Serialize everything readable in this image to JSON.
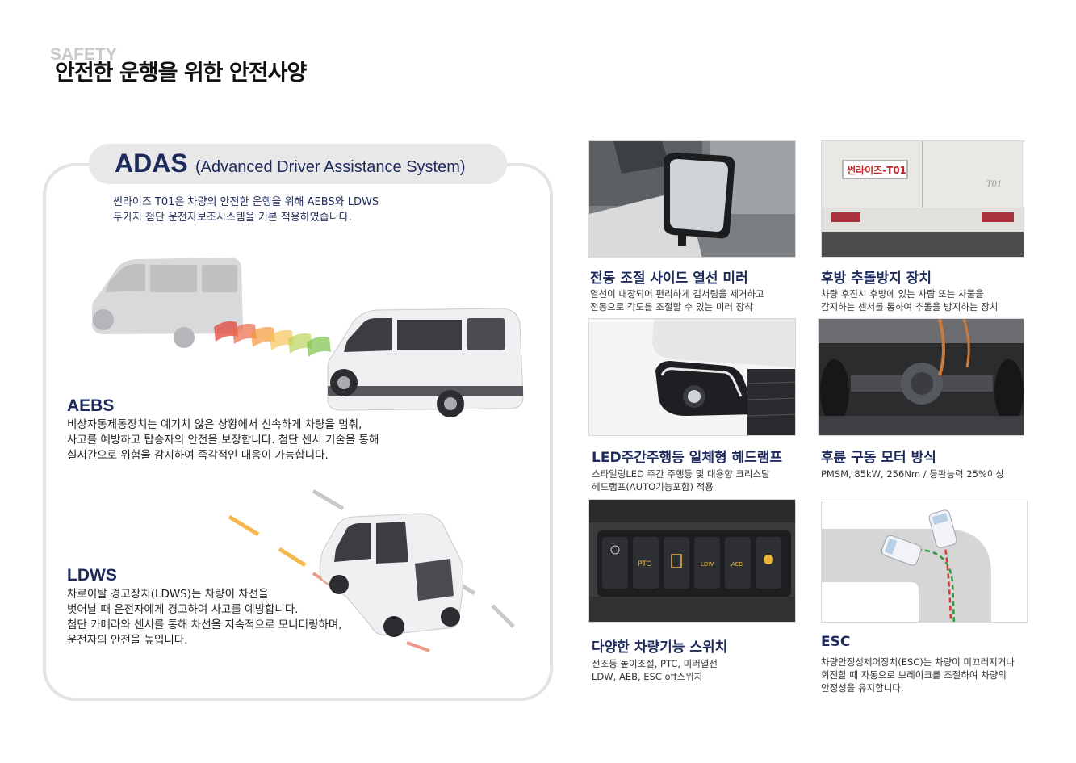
{
  "header": {
    "eyebrow": "SAFETY",
    "title": "안전한 운행을 위한 안전사양"
  },
  "adas": {
    "title": "ADAS",
    "subtitle": "(Advanced Driver Assistance System)",
    "description": "썬라이즈 T01은 차량의 안전한 운행을 위해 AEBS와 LDWS\n두가지 첨단 운전자보조시스템을 기본 적용하였습니다."
  },
  "aebs": {
    "title": "AEBS",
    "body": "비상자동제동장치는 예기치 않은 상황에서 신속하게 차량을 멈춰,\n사고를 예방하고 탑승자의 안전을 보장합니다. 첨단 센서 기술을 통해\n실시간으로 위험을 감지하여 즉각적인 대응이 가능합니다."
  },
  "ldws": {
    "title": "LDWS",
    "body": "차로이탈 경고장치(LDWS)는 차량이 차선을\n벗어날 때 운전자에게 경고하여 사고를 예방합니다.\n첨단 카메라와 센서를 통해 차선을 지속적으로 모니터링하며,\n운전자의 안전을 높입니다."
  },
  "features": [
    {
      "title": "전동 조절 사이드 열선 미러",
      "body": "열선이 내장되어 편리하게 김서림을 제거하고\n전동으로 각도를 조절할 수 있는 미러 장착"
    },
    {
      "title": "후방 추돌방지 장치",
      "body": "차량 후진시 후방에 있는 사람 또는 사물을\n감지하는 센서를 통하여 추돌을 방지하는 장치"
    },
    {
      "title": "LED주간주행등 일체형 헤드램프",
      "body": "스타일링LED 주간 주행등 및 대용향 크리스탈\n헤드램프(AUTO기능포함) 적용"
    },
    {
      "title": "후륜 구동 모터 방식",
      "body": "PMSM, 85kW, 256Nm / 등판능력 25%이상"
    },
    {
      "title": "다양한 차량기능 스위치",
      "body": "전조등 높이조절, PTC, 미러열선\nLDW, AEB, ESC off스위치"
    },
    {
      "title": "ESC",
      "body": "차량안정성제어장치(ESC)는 차량이 미끄러지거나\n회전할 때 자동으로 브레이크를 조절하여 차량의\n안정성을 유지합니다."
    }
  ],
  "images": {
    "rear_plate": "썬라이즈-T01",
    "rear_badge": "T01",
    "switches": [
      "PTC",
      "LDW",
      "AEB"
    ]
  },
  "colors": {
    "navy": "#1d2a5c",
    "sensor_red": "#e2453a",
    "sensor_orange": "#f39a3a",
    "sensor_green": "#7cc24a",
    "lane_orange": "#f5a623",
    "switch_amber": "#e8b53a"
  }
}
